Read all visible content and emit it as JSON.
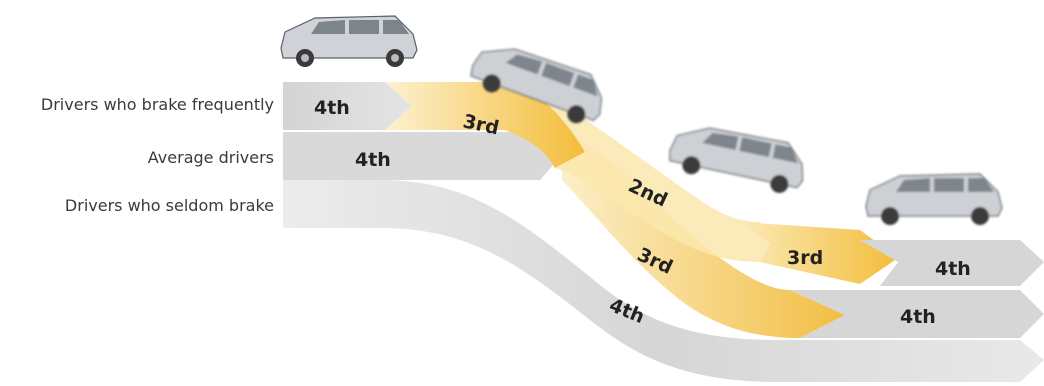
{
  "colors": {
    "gray_dark": "#cfcfcf",
    "gray_mid": "#dadada",
    "gray_light": "#e6e6e6",
    "yellow_light": "#fbe9b4",
    "yellow_dark": "#f3bd3a",
    "car_body": "#cdd0d4",
    "car_window": "#7e858c",
    "wheel": "#3a3a3a"
  },
  "rows": [
    {
      "id": "frequent",
      "label": "Drivers who brake frequently"
    },
    {
      "id": "average",
      "label": "Average drivers"
    },
    {
      "id": "seldom",
      "label": "Drivers who seldom brake"
    }
  ],
  "gears": {
    "frequent": [
      "4th",
      "3rd",
      "2nd",
      "3rd",
      "4th"
    ],
    "average": [
      "4th",
      "3rd",
      "4th"
    ],
    "seldom": [
      "4th"
    ]
  },
  "cars": [
    {
      "name": "car-level",
      "icon": "car-icon",
      "blurred": false
    },
    {
      "name": "car-downhill-1",
      "icon": "car-icon",
      "blurred": true
    },
    {
      "name": "car-downhill-2",
      "icon": "car-icon",
      "blurred": true
    },
    {
      "name": "car-flat",
      "icon": "car-icon",
      "blurred": true
    }
  ]
}
